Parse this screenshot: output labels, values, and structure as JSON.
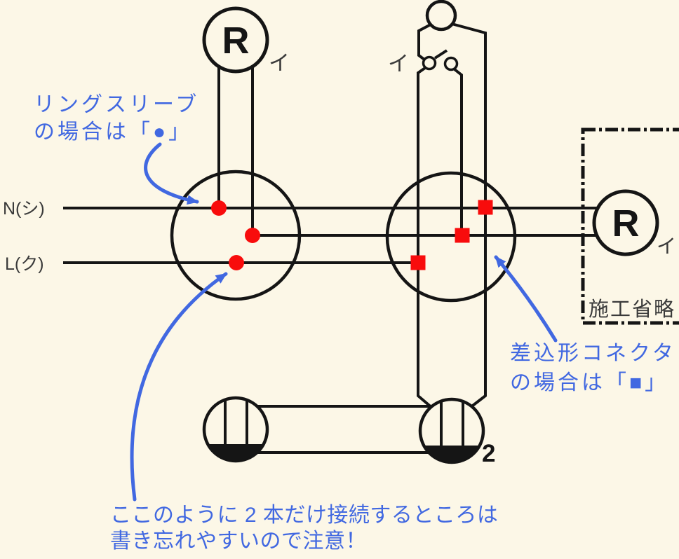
{
  "colors": {
    "background": "#FCF7E7",
    "line": "#151515",
    "red": "#F80C0C",
    "blue": "#4168E1",
    "label_gray": "#3A3A3A"
  },
  "power": {
    "neutral_label": "N(シ)",
    "live_label": "L(ク)"
  },
  "devices": {
    "lamp_left": {
      "symbol": "R",
      "circuit": "イ"
    },
    "lamp_right": {
      "symbol": "R",
      "circuit": "イ"
    },
    "switch": {
      "circuit": "イ"
    },
    "omission_box_label": "施工省略",
    "outlet_count_label": "2"
  },
  "marks": {
    "ring_sleeve": "●",
    "push_in_connector": "■"
  },
  "annotations": {
    "ring_sleeve": {
      "line1": "リングスリーブ",
      "line2": "の場合は「●」"
    },
    "push_in_connector": {
      "line1": "差込形コネクタ",
      "line2": "の場合は「■」"
    },
    "warning": {
      "line1": "ここのように 2 本だけ接続するところは",
      "line2": "書き忘れやすいので注意！"
    }
  }
}
